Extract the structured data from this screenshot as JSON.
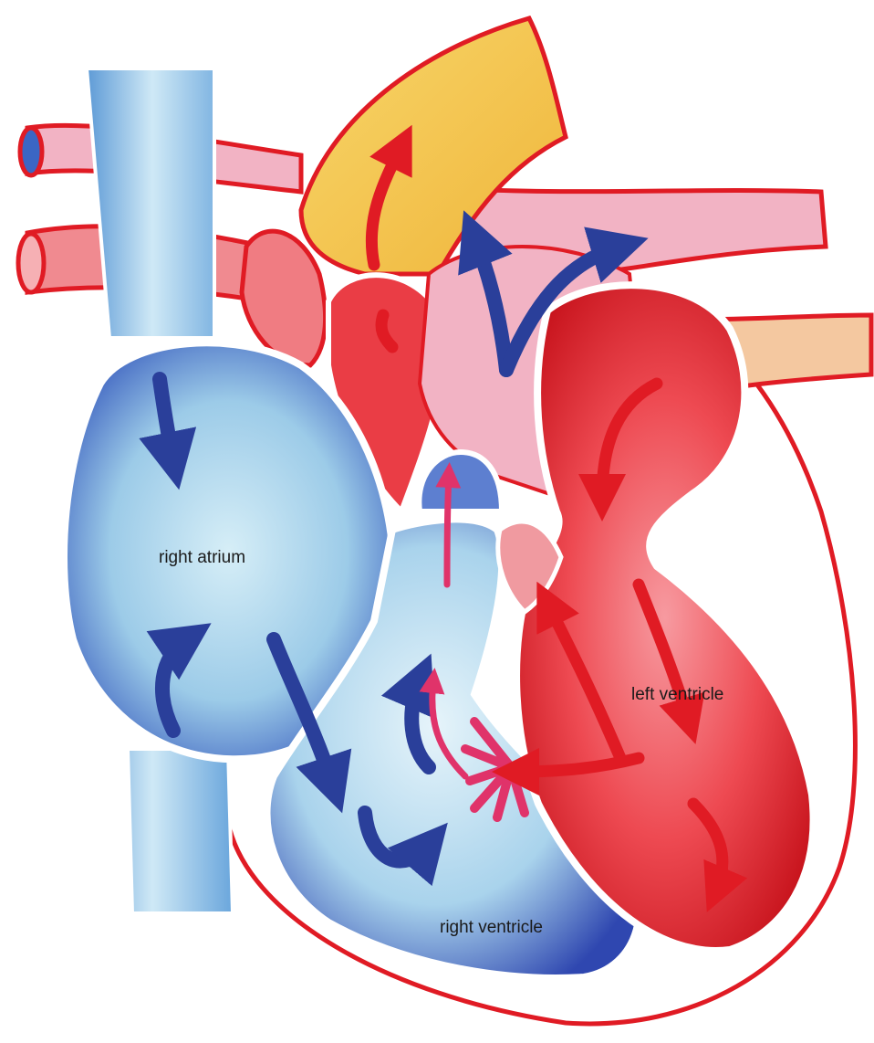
{
  "labels": {
    "right_atrium": "right atrium",
    "left_ventricle": "left ventricle",
    "right_ventricle": "right ventricle"
  },
  "colors": {
    "outline": "#e01b24",
    "deoxygenated_blue": "#3b66c4",
    "deep_blue": "#2a3f9a",
    "light_blue": "#c9e6f3",
    "oxygenated_red": "#e52a33",
    "pink": "#f2b3c4",
    "aorta_yellow": "#f5c84a"
  }
}
